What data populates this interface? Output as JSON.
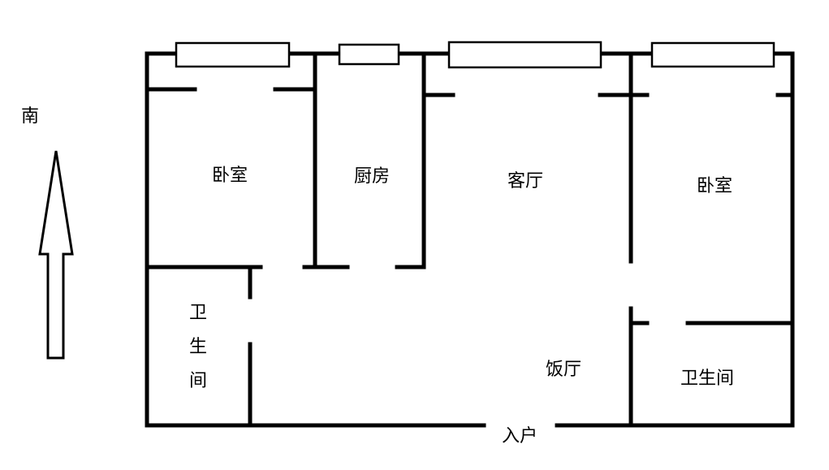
{
  "compass": {
    "label": "南",
    "icon": "north-arrow-icon"
  },
  "rooms": {
    "bedroom_left": "卧室",
    "kitchen": "厨房",
    "living_room": "客厅",
    "bedroom_right": "卧室",
    "bathroom_left": [
      "卫",
      "生",
      "间"
    ],
    "dining_room": "饭厅",
    "bathroom_right": "卫生间",
    "entrance": "入户"
  }
}
